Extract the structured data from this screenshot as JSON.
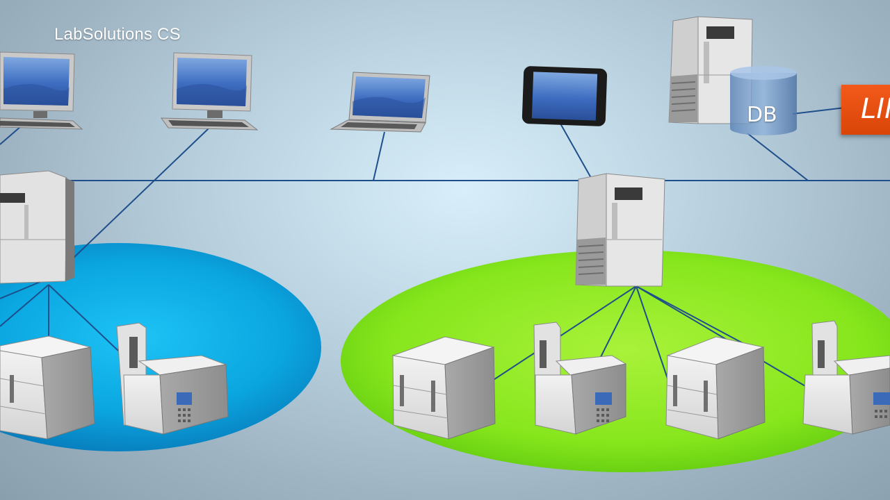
{
  "title": "LabSolutions CS",
  "database": {
    "label": "DB"
  },
  "lims": {
    "label": "LIMS"
  },
  "colors": {
    "network_line": "#1f4f8a",
    "blue_zone": "#0aa6e0",
    "green_zone": "#7ee21a",
    "lims_accent": "#e24d10",
    "screen": "#2e5aa8"
  }
}
